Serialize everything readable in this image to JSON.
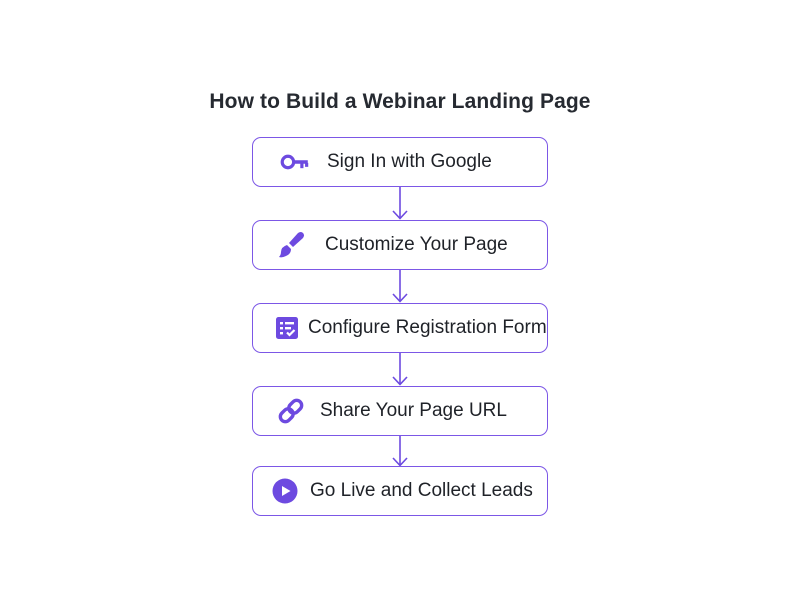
{
  "diagram": {
    "title": "How to Build a Webinar Landing Page",
    "accent_color": "#6d4ae0",
    "steps": [
      {
        "label": "Sign In with Google",
        "icon": "key-icon"
      },
      {
        "label": "Customize Your Page",
        "icon": "paintbrush-icon"
      },
      {
        "label": "Configure Registration Form",
        "icon": "form-checklist-icon"
      },
      {
        "label": "Share Your Page URL",
        "icon": "link-icon"
      },
      {
        "label": "Go Live and Collect Leads",
        "icon": "play-circle-icon"
      }
    ]
  }
}
